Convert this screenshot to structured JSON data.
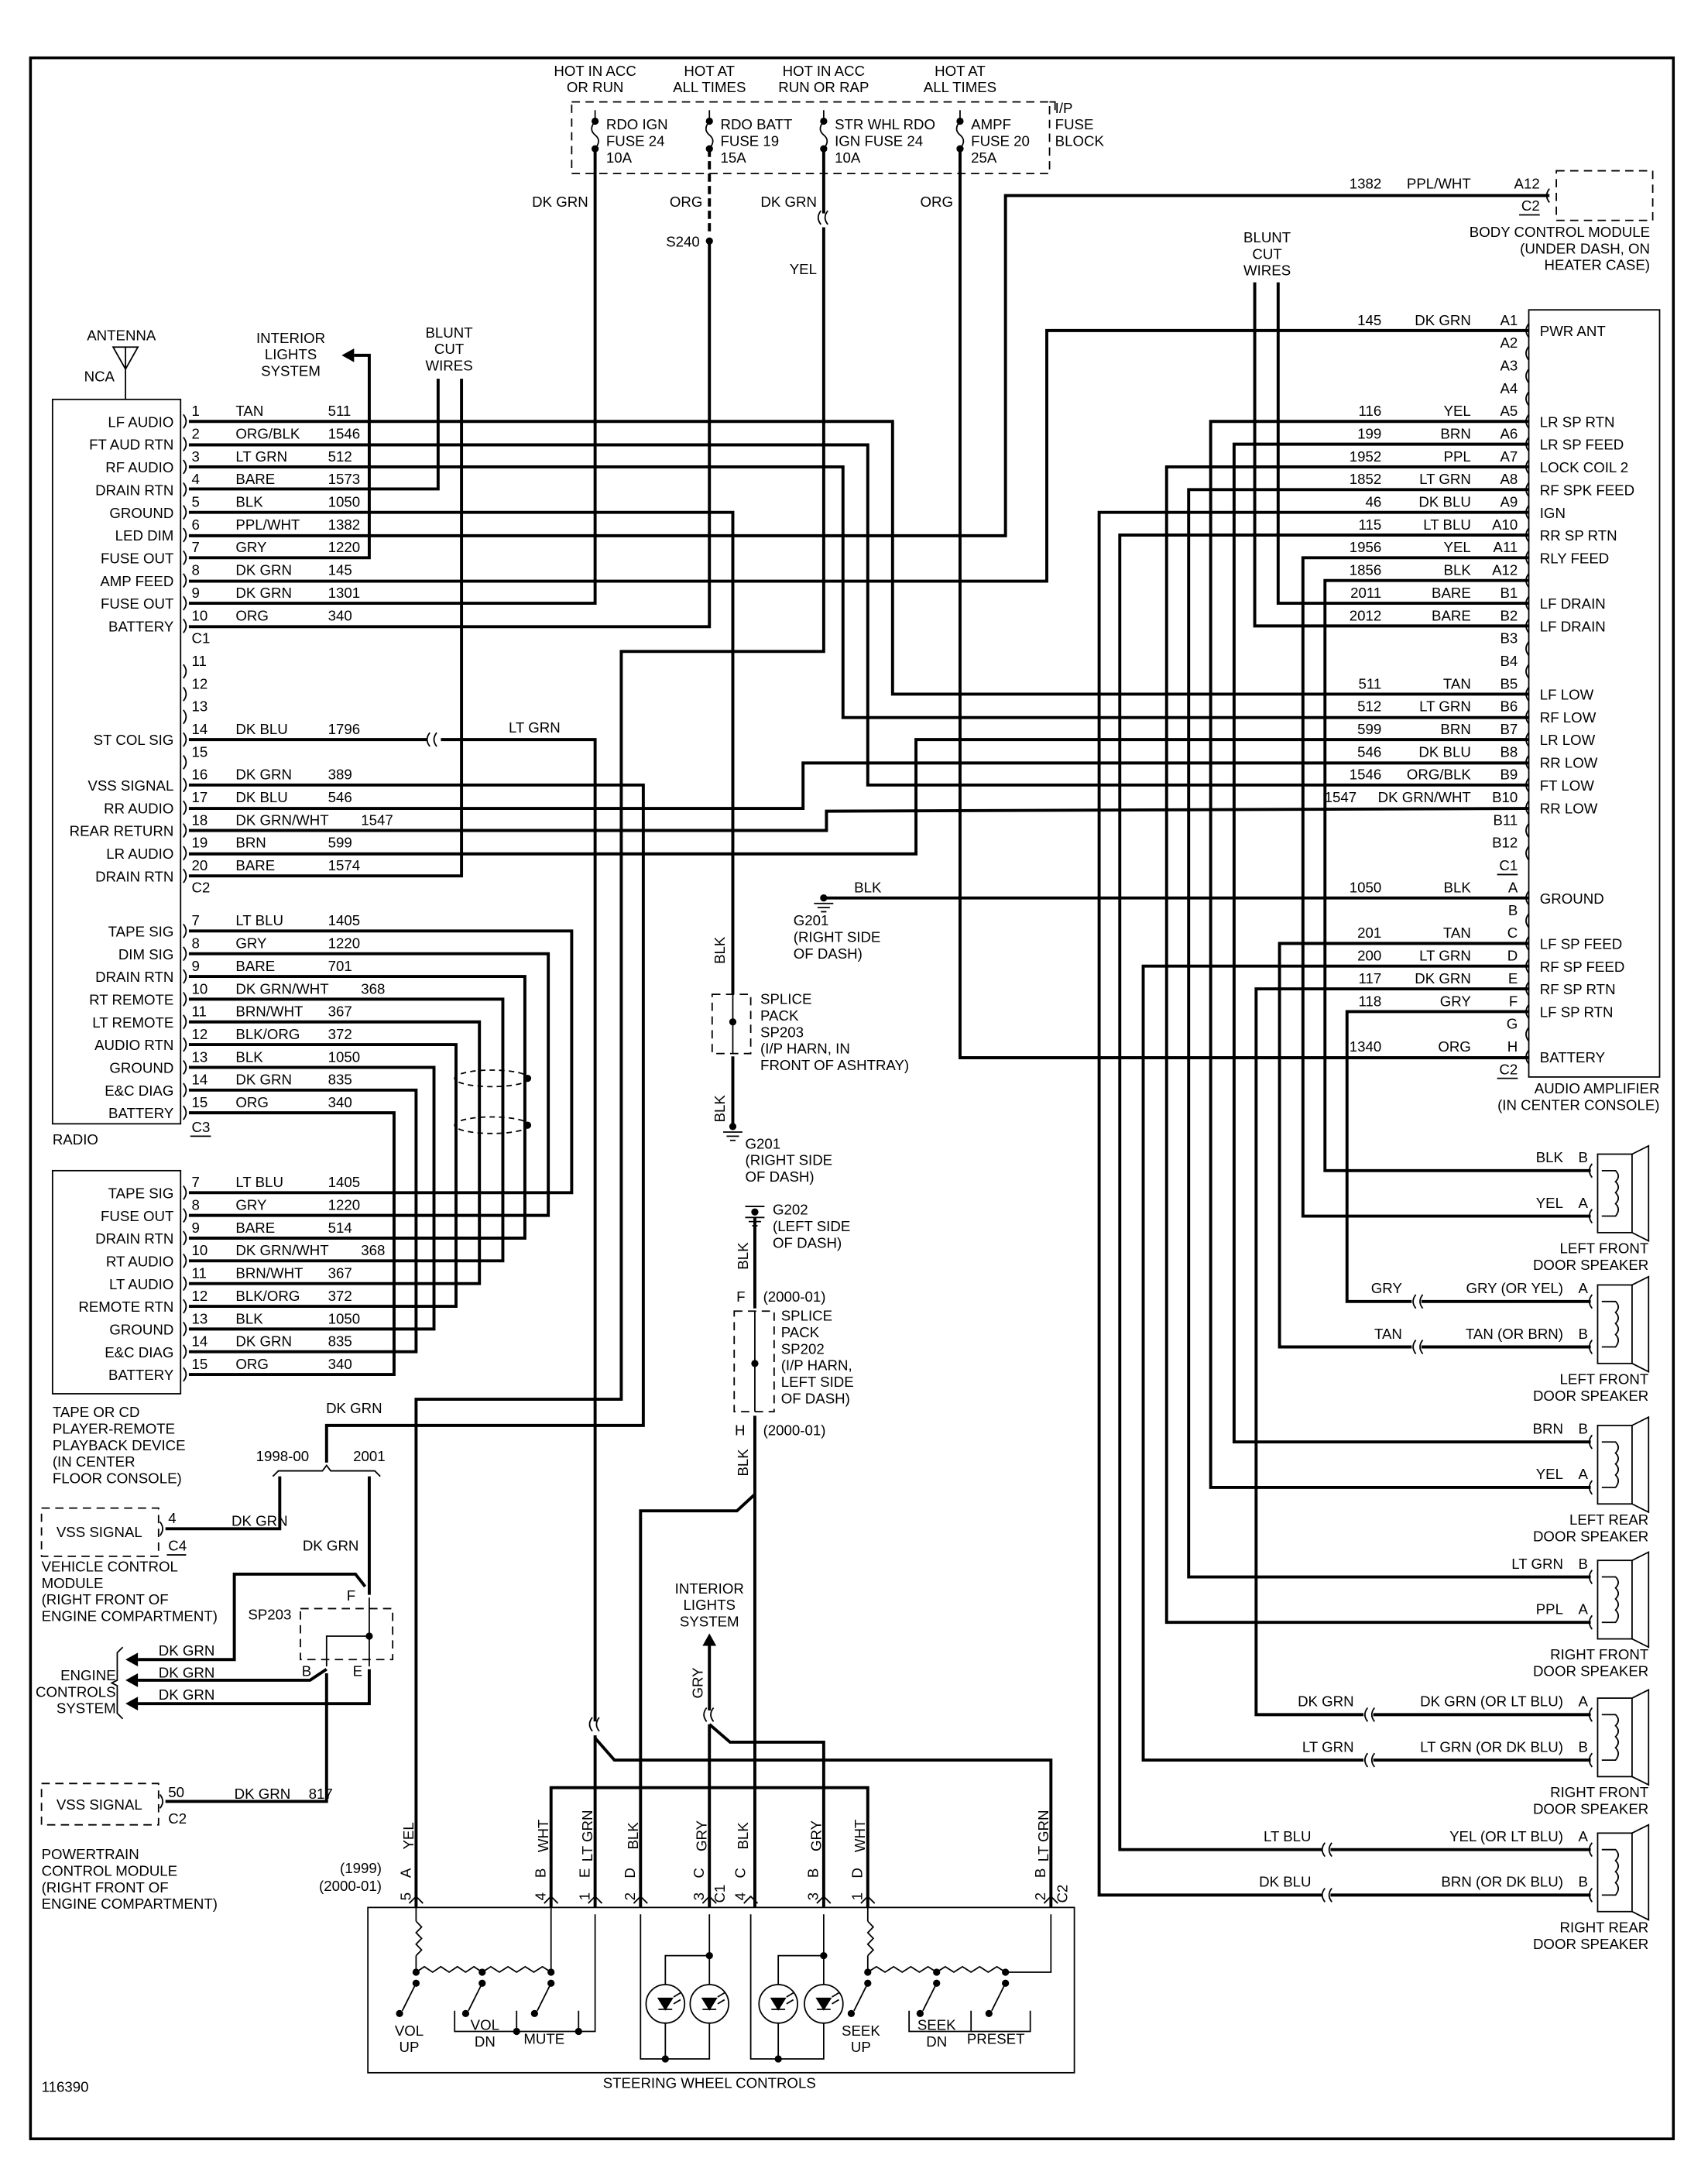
{
  "figure_id": "116390",
  "fuse_block": {
    "label": [
      "I/P",
      "FUSE",
      "BLOCK"
    ],
    "fuses": [
      {
        "hot": [
          "HOT IN ACC",
          "OR RUN"
        ],
        "name": [
          "RDO IGN",
          "FUSE 24",
          "10A"
        ],
        "wire": "DK GRN"
      },
      {
        "hot": [
          "HOT AT",
          "ALL TIMES"
        ],
        "name": [
          "RDO BATT",
          "FUSE 19",
          "15A"
        ],
        "wire": "ORG"
      },
      {
        "hot": [
          "HOT IN ACC",
          "RUN OR RAP"
        ],
        "name": [
          "STR WHL RDO",
          "IGN FUSE 24",
          "10A"
        ],
        "wire": "DK GRN"
      },
      {
        "hot": [
          "HOT AT",
          "ALL TIMES"
        ],
        "name": [
          "AMPF",
          "FUSE 20",
          "25A"
        ],
        "wire": "ORG"
      }
    ],
    "splice": "S240",
    "str_whl_wire_after": "YEL"
  },
  "bcm": {
    "circuit": "1382",
    "color": "PPL/WHT",
    "pin": "A12",
    "connector": "C2",
    "label": [
      "BODY CONTROL MODULE",
      "(UNDER DASH, ON",
      "HEATER CASE)"
    ]
  },
  "antenna": {
    "label": "ANTENNA",
    "nca": "NCA"
  },
  "interior_lights_top": [
    "INTERIOR",
    "LIGHTS",
    "SYSTEM"
  ],
  "blunt_cut_left": [
    "BLUNT",
    "CUT",
    "WIRES"
  ],
  "blunt_cut_right": [
    "BLUNT",
    "CUT",
    "WIRES"
  ],
  "radio": {
    "label": "RADIO",
    "c1_label": "C1",
    "c2_label": "C2",
    "c3_label": "C3",
    "c1": [
      {
        "pin": "1",
        "func": "LF AUDIO",
        "color": "TAN",
        "circuit": "511"
      },
      {
        "pin": "2",
        "func": "FT AUD RTN",
        "color": "ORG/BLK",
        "circuit": "1546"
      },
      {
        "pin": "3",
        "func": "RF AUDIO",
        "color": "LT GRN",
        "circuit": "512"
      },
      {
        "pin": "4",
        "func": "DRAIN RTN",
        "color": "BARE",
        "circuit": "1573"
      },
      {
        "pin": "5",
        "func": "GROUND",
        "color": "BLK",
        "circuit": "1050"
      },
      {
        "pin": "6",
        "func": "LED DIM",
        "color": "PPL/WHT",
        "circuit": "1382"
      },
      {
        "pin": "7",
        "func": "FUSE OUT",
        "color": "GRY",
        "circuit": "1220"
      },
      {
        "pin": "8",
        "func": "AMP FEED",
        "color": "DK GRN",
        "circuit": "145"
      },
      {
        "pin": "9",
        "func": "FUSE OUT",
        "color": "DK GRN",
        "circuit": "1301"
      },
      {
        "pin": "10",
        "func": "BATTERY",
        "color": "ORG",
        "circuit": "340"
      }
    ],
    "c2": [
      {
        "pin": "11",
        "func": "",
        "color": "",
        "circuit": ""
      },
      {
        "pin": "12",
        "func": "",
        "color": "",
        "circuit": ""
      },
      {
        "pin": "13",
        "func": "",
        "color": "",
        "circuit": ""
      },
      {
        "pin": "14",
        "func": "ST COL SIG",
        "color": "DK BLU",
        "circuit": "1796"
      },
      {
        "pin": "15",
        "func": "",
        "color": "",
        "circuit": ""
      },
      {
        "pin": "16",
        "func": "VSS SIGNAL",
        "color": "DK GRN",
        "circuit": "389"
      },
      {
        "pin": "17",
        "func": "RR AUDIO",
        "color": "DK BLU",
        "circuit": "546"
      },
      {
        "pin": "18",
        "func": "REAR RETURN",
        "color": "DK GRN/WHT",
        "circuit": "1547"
      },
      {
        "pin": "19",
        "func": "LR AUDIO",
        "color": "BRN",
        "circuit": "599"
      },
      {
        "pin": "20",
        "func": "DRAIN RTN",
        "color": "BARE",
        "circuit": "1574"
      }
    ],
    "pin14_after_connector_color": "LT GRN",
    "c3": [
      {
        "pin": "7",
        "func": "TAPE SIG",
        "color": "LT BLU",
        "circuit": "1405"
      },
      {
        "pin": "8",
        "func": "DIM SIG",
        "color": "GRY",
        "circuit": "1220"
      },
      {
        "pin": "9",
        "func": "DRAIN RTN",
        "color": "BARE",
        "circuit": "701"
      },
      {
        "pin": "10",
        "func": "RT REMOTE",
        "color": "DK GRN/WHT",
        "circuit": "368"
      },
      {
        "pin": "11",
        "func": "LT REMOTE",
        "color": "BRN/WHT",
        "circuit": "367"
      },
      {
        "pin": "12",
        "func": "AUDIO RTN",
        "color": "BLK/ORG",
        "circuit": "372"
      },
      {
        "pin": "13",
        "func": "GROUND",
        "color": "BLK",
        "circuit": "1050"
      },
      {
        "pin": "14",
        "func": "E&C DIAG",
        "color": "DK GRN",
        "circuit": "835"
      },
      {
        "pin": "15",
        "func": "BATTERY",
        "color": "ORG",
        "circuit": "340"
      }
    ]
  },
  "tape": {
    "label": [
      "TAPE OR CD",
      "PLAYER-REMOTE",
      "PLAYBACK DEVICE",
      "(IN CENTER",
      "FLOOR CONSOLE)"
    ],
    "pins": [
      {
        "pin": "7",
        "func": "TAPE SIG",
        "color": "LT BLU",
        "circuit": "1405"
      },
      {
        "pin": "8",
        "func": "FUSE OUT",
        "color": "GRY",
        "circuit": "1220"
      },
      {
        "pin": "9",
        "func": "DRAIN RTN",
        "color": "BARE",
        "circuit": "514"
      },
      {
        "pin": "10",
        "func": "RT AUDIO",
        "color": "DK GRN/WHT",
        "circuit": "368"
      },
      {
        "pin": "11",
        "func": "LT AUDIO",
        "color": "BRN/WHT",
        "circuit": "367"
      },
      {
        "pin": "12",
        "func": "REMOTE RTN",
        "color": "BLK/ORG",
        "circuit": "372"
      },
      {
        "pin": "13",
        "func": "GROUND",
        "color": "BLK",
        "circuit": "1050"
      },
      {
        "pin": "14",
        "func": "E&C DIAG",
        "color": "DK GRN",
        "circuit": "835"
      },
      {
        "pin": "15",
        "func": "BATTERY",
        "color": "ORG",
        "circuit": "340"
      }
    ]
  },
  "amp": {
    "label": [
      "AUDIO AMPLIFIER",
      "(IN CENTER CONSOLE)"
    ],
    "c1_label": "C1",
    "c2_label": "C2",
    "c1": [
      {
        "pin": "A1",
        "func": "PWR ANT",
        "color": "DK GRN",
        "circuit": "145"
      },
      {
        "pin": "A2",
        "func": "",
        "color": "",
        "circuit": ""
      },
      {
        "pin": "A3",
        "func": "",
        "color": "",
        "circuit": ""
      },
      {
        "pin": "A4",
        "func": "",
        "color": "",
        "circuit": ""
      },
      {
        "pin": "A5",
        "func": "LR SP RTN",
        "color": "YEL",
        "circuit": "116"
      },
      {
        "pin": "A6",
        "func": "LR SP FEED",
        "color": "BRN",
        "circuit": "199"
      },
      {
        "pin": "A7",
        "func": "LOCK COIL 2",
        "color": "PPL",
        "circuit": "1952"
      },
      {
        "pin": "A8",
        "func": "RF SPK FEED",
        "color": "LT GRN",
        "circuit": "1852"
      },
      {
        "pin": "A9",
        "func": "IGN",
        "color": "DK BLU",
        "circuit": "46"
      },
      {
        "pin": "A10",
        "func": "RR SP RTN",
        "color": "LT BLU",
        "circuit": "115"
      },
      {
        "pin": "A11",
        "func": "RLY FEED",
        "color": "YEL",
        "circuit": "1956"
      },
      {
        "pin": "A12",
        "func": "",
        "color": "BLK",
        "circuit": "1856"
      },
      {
        "pin": "B1",
        "func": "LF DRAIN",
        "color": "BARE",
        "circuit": "2011"
      },
      {
        "pin": "B2",
        "func": "LF DRAIN",
        "color": "BARE",
        "circuit": "2012"
      },
      {
        "pin": "B3",
        "func": "",
        "color": "",
        "circuit": ""
      },
      {
        "pin": "B4",
        "func": "",
        "color": "",
        "circuit": ""
      },
      {
        "pin": "B5",
        "func": "LF LOW",
        "color": "TAN",
        "circuit": "511"
      },
      {
        "pin": "B6",
        "func": "RF LOW",
        "color": "LT GRN",
        "circuit": "512"
      },
      {
        "pin": "B7",
        "func": "LR LOW",
        "color": "BRN",
        "circuit": "599"
      },
      {
        "pin": "B8",
        "func": "RR LOW",
        "color": "DK BLU",
        "circuit": "546"
      },
      {
        "pin": "B9",
        "func": "FT LOW",
        "color": "ORG/BLK",
        "circuit": "1546"
      },
      {
        "pin": "B10",
        "func": "RR LOW",
        "color": "DK GRN/WHT",
        "circuit": "1547"
      },
      {
        "pin": "B11",
        "func": "",
        "color": "",
        "circuit": ""
      },
      {
        "pin": "B12",
        "func": "",
        "color": "",
        "circuit": ""
      }
    ],
    "c2": [
      {
        "pin": "A",
        "func": "GROUND",
        "color": "BLK",
        "circuit": "1050"
      },
      {
        "pin": "B",
        "func": "",
        "color": "",
        "circuit": ""
      },
      {
        "pin": "C",
        "func": "LF SP FEED",
        "color": "TAN",
        "circuit": "201"
      },
      {
        "pin": "D",
        "func": "RF SP FEED",
        "color": "LT GRN",
        "circuit": "200"
      },
      {
        "pin": "E",
        "func": "RF SP RTN",
        "color": "DK GRN",
        "circuit": "117"
      },
      {
        "pin": "F",
        "func": "LF SP RTN",
        "color": "GRY",
        "circuit": "118"
      },
      {
        "pin": "G",
        "func": "",
        "color": "",
        "circuit": ""
      },
      {
        "pin": "H",
        "func": "BATTERY",
        "color": "ORG",
        "circuit": "1340"
      }
    ]
  },
  "speakers": [
    {
      "label": [
        "LEFT FRONT",
        "DOOR SPEAKER"
      ],
      "pins": [
        {
          "pin": "B",
          "color": "BLK",
          "harness": ""
        },
        {
          "pin": "A",
          "color": "YEL",
          "harness": ""
        }
      ]
    },
    {
      "label": [
        "LEFT FRONT",
        "DOOR SPEAKER"
      ],
      "pins": [
        {
          "pin": "A",
          "color": "GRY (OR YEL)",
          "harness": "GRY"
        },
        {
          "pin": "B",
          "color": "TAN (OR BRN)",
          "harness": "TAN"
        }
      ]
    },
    {
      "label": [
        "LEFT REAR",
        "DOOR SPEAKER"
      ],
      "pins": [
        {
          "pin": "B",
          "color": "BRN",
          "harness": ""
        },
        {
          "pin": "A",
          "color": "YEL",
          "harness": ""
        }
      ]
    },
    {
      "label": [
        "RIGHT FRONT",
        "DOOR SPEAKER"
      ],
      "pins": [
        {
          "pin": "B",
          "color": "LT GRN",
          "harness": ""
        },
        {
          "pin": "A",
          "color": "PPL",
          "harness": ""
        }
      ]
    },
    {
      "label": [
        "RIGHT FRONT",
        "DOOR SPEAKER"
      ],
      "pins": [
        {
          "pin": "A",
          "color": "DK GRN (OR LT BLU)",
          "harness": "DK GRN"
        },
        {
          "pin": "B",
          "color": "LT GRN (OR DK BLU)",
          "harness": "LT GRN"
        }
      ]
    },
    {
      "label": [
        "RIGHT REAR",
        "DOOR SPEAKER"
      ],
      "pins": [
        {
          "pin": "A",
          "color": "YEL (OR LT BLU)",
          "harness": "LT BLU"
        },
        {
          "pin": "B",
          "color": "BRN (OR DK BLU)",
          "harness": "DK BLU"
        }
      ]
    }
  ],
  "grounds": {
    "g201_amp": {
      "wire": "BLK",
      "label": [
        "G201",
        "(RIGHT SIDE",
        "OF DASH)"
      ]
    },
    "g201_radio": {
      "label": [
        "G201",
        "(RIGHT SIDE",
        "OF DASH)"
      ]
    },
    "g202": {
      "label": [
        "G202",
        "(LEFT SIDE",
        "OF DASH)"
      ]
    },
    "blk": "BLK"
  },
  "sp203_upper": {
    "label": [
      "SPLICE",
      "PACK",
      "SP203",
      "(I/P HARN, IN",
      "FRONT OF ASHTRAY)"
    ]
  },
  "sp202": {
    "label": [
      "SPLICE",
      "PACK",
      "SP202",
      "(I/P HARN,",
      "LEFT SIDE",
      "OF DASH)"
    ],
    "pin_f": "F",
    "pin_h": "H",
    "years": "(2000-01)"
  },
  "vss": {
    "wire_top": "DK GRN",
    "years_a": "1998-00",
    "years_b": "2001",
    "vcm": {
      "box": "VSS SIGNAL",
      "pin": "4",
      "connector": "C4",
      "color": "DK GRN",
      "label": [
        "VEHICLE CONTROL",
        "MODULE",
        "(RIGHT FRONT OF",
        "ENGINE COMPARTMENT)"
      ]
    },
    "sp203_wire": "DK GRN",
    "sp203": {
      "label": "SP203",
      "pin_f": "F",
      "pin_b": "B",
      "pin_e": "E"
    },
    "engine_controls": {
      "label": [
        "ENGINE",
        "CONTROLS",
        "SYSTEM"
      ],
      "wires": [
        "DK GRN",
        "DK GRN",
        "DK GRN"
      ]
    },
    "pcm": {
      "box": "VSS SIGNAL",
      "pin": "50",
      "connector": "C2",
      "color": "DK GRN",
      "circuit": "817",
      "label": [
        "POWERTRAIN",
        "CONTROL MODULE",
        "(RIGHT FRONT OF",
        "ENGINE COMPARTMENT)"
      ]
    }
  },
  "interior_lights_bottom": {
    "label": [
      "INTERIOR",
      "LIGHTS",
      "SYSTEM"
    ],
    "wire": "GRY"
  },
  "steering": {
    "label": "STEERING WHEEL CONTROLS",
    "years_1999": "(1999)",
    "years_2000": "(2000-01)",
    "c1_label": "C1",
    "c2_label": "C2",
    "pins": [
      {
        "color": "YEL",
        "letter": "A",
        "number": "5"
      },
      {
        "color": "WHT",
        "letter": "B",
        "number": "4"
      },
      {
        "color": "LT GRN",
        "letter": "E",
        "number": "1"
      },
      {
        "color": "BLK",
        "letter": "D",
        "number": "2"
      },
      {
        "color": "GRY",
        "letter": "C",
        "number": "3"
      },
      {
        "color": "BLK",
        "letter": "C",
        "number": "4"
      },
      {
        "color": "GRY",
        "letter": "B",
        "number": "3"
      },
      {
        "color": "WHT",
        "letter": "D",
        "number": "1"
      },
      {
        "color": "LT GRN",
        "letter": "B",
        "number": "2"
      }
    ],
    "switches": [
      {
        "label": [
          "VOL",
          "UP"
        ]
      },
      {
        "label": [
          "VOL",
          "DN"
        ]
      },
      {
        "label": [
          "MUTE"
        ]
      },
      {
        "label": [
          "SEEK",
          "UP"
        ]
      },
      {
        "label": [
          "SEEK",
          "DN"
        ]
      },
      {
        "label": [
          "PRESET"
        ]
      }
    ]
  }
}
